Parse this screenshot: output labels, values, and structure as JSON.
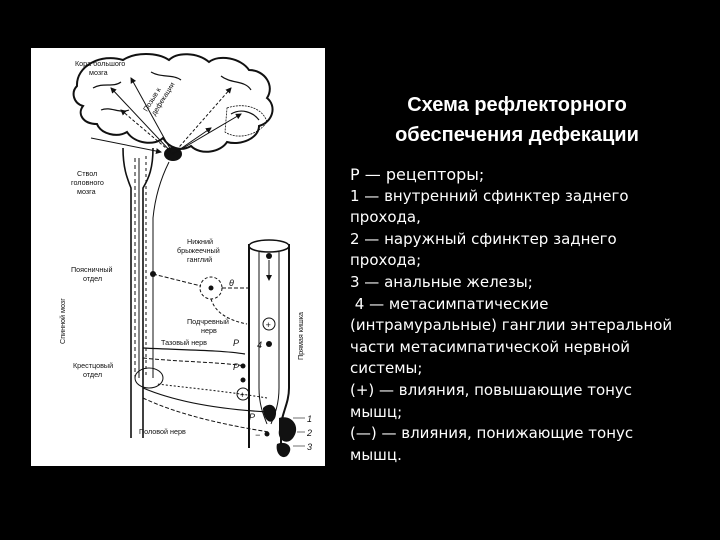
{
  "title": {
    "line1": "Схема рефлекторного",
    "line2": "обеспечения дефекации"
  },
  "legend_lines": [
    "Р — рецепторы;",
    "1 — внутренний сфинктер заднего",
    "прохода,",
    "2 — наружный сфинктер заднего",
    "прохода;",
    "3 — анальные железы;",
    " 4 — метасимпатические",
    "(интрамуральные) ганглии энтеральной",
    "части метасимпатической нервной",
    "системы;",
    "(+) — влияния, повышающие тонус",
    "мышц;",
    "(—) — влияния, понижающие тонус",
    "мышц."
  ],
  "diagram": {
    "labels": {
      "cortex": [
        "Кора большого",
        "мозга"
      ],
      "urge": [
        "Позыв к",
        "дефекации"
      ],
      "brainstem": [
        "Ствол",
        "головного",
        "мозга"
      ],
      "lumbar": [
        "Поясничный",
        "отдел"
      ],
      "spinal_cord": "Спинной мозг",
      "sacral": [
        "Крестцовый",
        "отдел"
      ],
      "mesenteric": [
        "Нижний",
        "брыжеечный",
        "ганглий"
      ],
      "hypogastric": [
        "Подчревный",
        "нерв"
      ],
      "pelvic": "Тазовый нерв",
      "pudendal": "Половой нерв",
      "rectum": "Прямая кишка"
    },
    "marks": {
      "receptor": "Р",
      "num1": "1",
      "num2": "2",
      "num3": "3",
      "num4": "4",
      "plus": "+",
      "minus": "−",
      "theta": "θ"
    }
  }
}
